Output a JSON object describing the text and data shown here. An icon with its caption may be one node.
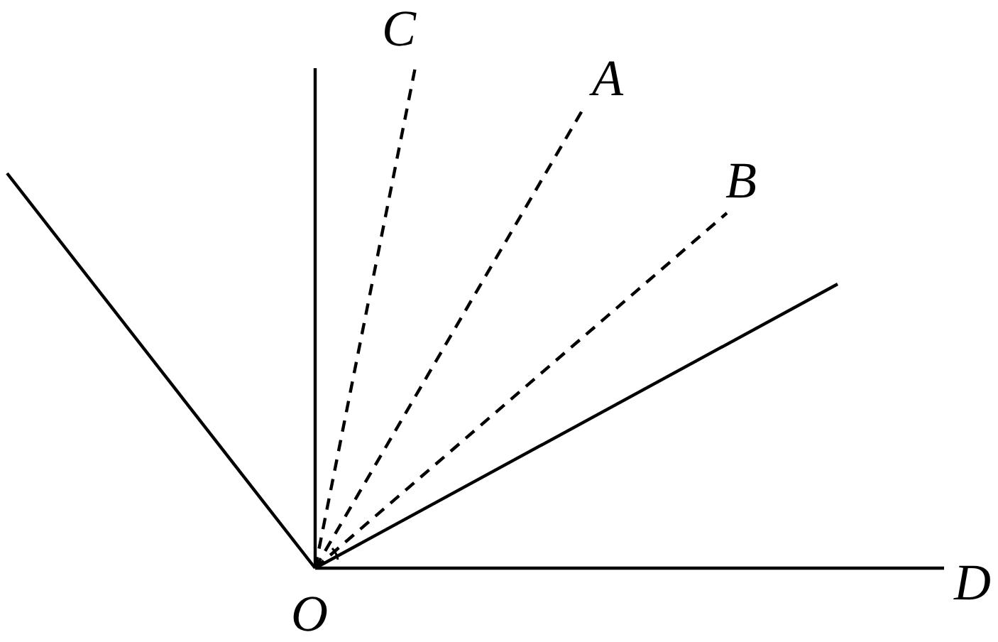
{
  "diagram": {
    "nodes": [
      {
        "text": [
          "O"
        ]
      },
      {
        "text": [
          "C"
        ]
      },
      {
        "text": [
          "A"
        ]
      },
      {
        "text": [
          "B"
        ]
      },
      {
        "text": [
          "D"
        ]
      }
    ],
    "edges": [
      {
        "from": 0,
        "to": null,
        "arrow": "none"
      },
      {
        "from": 0,
        "to": null,
        "arrow": "none"
      },
      {
        "from": 0,
        "to": 1,
        "arrow": "none",
        "style": "dashed"
      },
      {
        "from": 0,
        "to": 2,
        "arrow": "none",
        "style": "dashed"
      },
      {
        "from": 0,
        "to": 3,
        "arrow": "none",
        "style": "dashed"
      },
      {
        "from": 0,
        "to": null,
        "arrow": "none"
      },
      {
        "from": 0,
        "to": 4,
        "arrow": "none"
      }
    ]
  }
}
